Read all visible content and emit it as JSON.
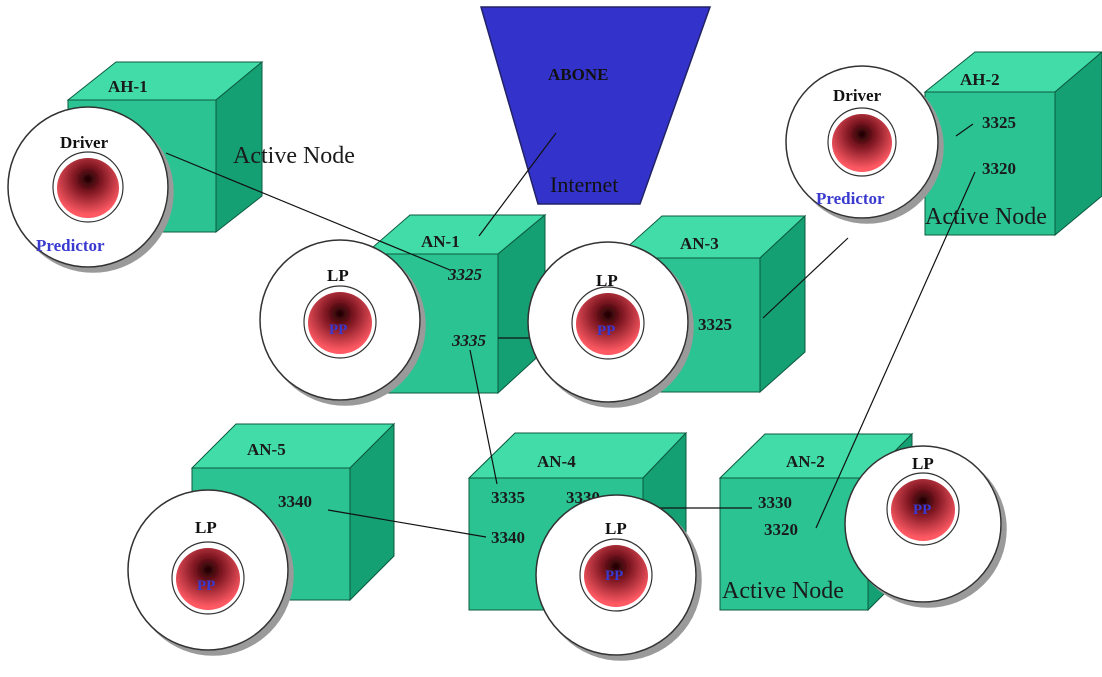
{
  "diagram": {
    "abone": {
      "title": "ABONE",
      "subtitle": "Internet"
    },
    "hosts": [
      {
        "id": "ah1",
        "label": "AH-1",
        "role": "Active Node",
        "driver": "Driver",
        "predictor": "Predictor"
      },
      {
        "id": "ah2",
        "label": "AH-2",
        "role": "Active Node",
        "driver": "Driver",
        "predictor": "Predictor",
        "ports": [
          "3325",
          "3320"
        ]
      }
    ],
    "nodes": [
      {
        "id": "an1",
        "label": "AN-1",
        "ports": [
          "3325",
          "3335"
        ],
        "lp": "LP",
        "pp": "PP"
      },
      {
        "id": "an3",
        "label": "AN-3",
        "ports": [
          "3325"
        ],
        "lp": "LP",
        "pp": "PP"
      },
      {
        "id": "an5",
        "label": "AN-5",
        "ports": [
          "3340"
        ],
        "lp": "LP",
        "pp": "PP"
      },
      {
        "id": "an4",
        "label": "AN-4",
        "ports": [
          "3335",
          "3330",
          "3340"
        ],
        "lp": "LP",
        "pp": "PP"
      },
      {
        "id": "an2",
        "label": "AN-2",
        "role": "Active Node",
        "ports": [
          "3330",
          "3320"
        ],
        "lp": "LP",
        "pp": "PP"
      }
    ]
  },
  "colors": {
    "box_front": "#2ac391",
    "box_top": "#41dca8",
    "box_side": "#14a072",
    "abone": "#3333cc",
    "pp_ball": "#c02a36",
    "blue_text": "#3a3ad0"
  }
}
